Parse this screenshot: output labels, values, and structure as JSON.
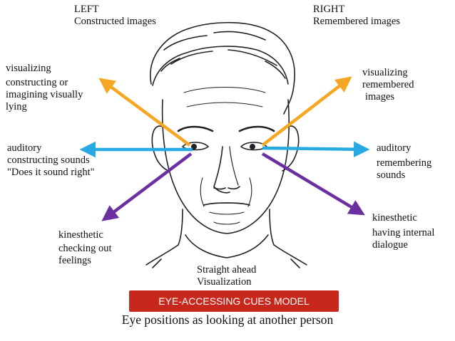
{
  "header": {
    "left_line1": "LEFT",
    "left_line2": "Constructed images",
    "right_line1": "RIGHT",
    "right_line2": "Remembered images"
  },
  "labels": {
    "left_visual": [
      "visualizing",
      "constructing or",
      "imagining visually",
      "lying"
    ],
    "left_auditory": [
      "auditory",
      "constructing sounds",
      "\"Does it sound right\""
    ],
    "left_kinesthetic": [
      "kinesthetic",
      "checking out",
      "feelings"
    ],
    "right_visual": [
      "visualizing",
      "remembered",
      "images"
    ],
    "right_auditory": [
      "auditory",
      "remembering",
      "sounds"
    ],
    "right_kinesthetic": [
      "kinesthetic",
      "having internal",
      "dialogue"
    ],
    "center": [
      "Straight ahead",
      "Visualization"
    ]
  },
  "banner": "EYE-ACCESSING CUES MODEL",
  "caption": "Eye positions as looking at another person",
  "colors": {
    "visual_arrow": "#f5a623",
    "auditory_arrow": "#27a9e1",
    "kinesthetic_arrow": "#6b2fa0",
    "banner_bg": "#c8281c"
  },
  "icons": [
    "face-illustration",
    "arrow-icon"
  ]
}
